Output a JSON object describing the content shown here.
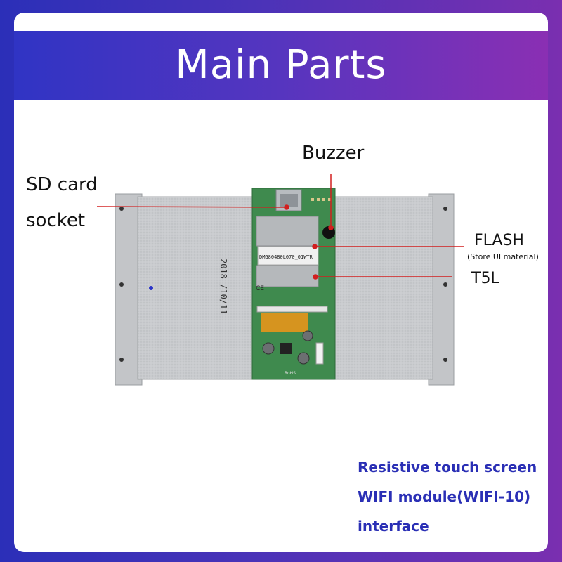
{
  "header": {
    "title": "Main Parts"
  },
  "labels": {
    "sd_line1": "SD card",
    "sd_line2": "socket",
    "buzzer": "Buzzer",
    "flash": "FLASH",
    "flash_note": "(Store UI material)",
    "t5l": "T5L"
  },
  "board_print": {
    "date": "2018 /10/11",
    "chip_label": "DMG80480L070_01WTR",
    "ce": "CE",
    "rohs": "RoHS"
  },
  "features": [
    "Resistive touch screen",
    "WIFI module(WIFI-10)",
    "interface"
  ],
  "colors": {
    "accent": "#2a2fb5",
    "callout_line": "#d21f1f",
    "pcb": "#3f8a4e"
  }
}
